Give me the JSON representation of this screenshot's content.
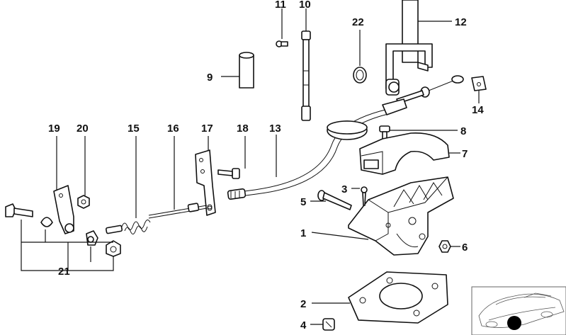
{
  "callouts": {
    "c1": "1",
    "c2": "2",
    "c3": "3",
    "c4": "4",
    "c5": "5",
    "c6": "6",
    "c7": "7",
    "c8": "8",
    "c9": "9",
    "c10": "10",
    "c11": "11",
    "c12": "12",
    "c13": "13",
    "c14": "14",
    "c15": "15",
    "c16": "16",
    "c17": "17",
    "c18": "18",
    "c19": "19",
    "c20": "20",
    "c21": "21",
    "c22": "22"
  },
  "colors": {
    "ink": "#111111",
    "background": "#ffffff",
    "thumbnail_marker": "#000000"
  },
  "thumbnail": {
    "icon": "car-silhouette-icon",
    "marker": "location-dot-icon"
  }
}
